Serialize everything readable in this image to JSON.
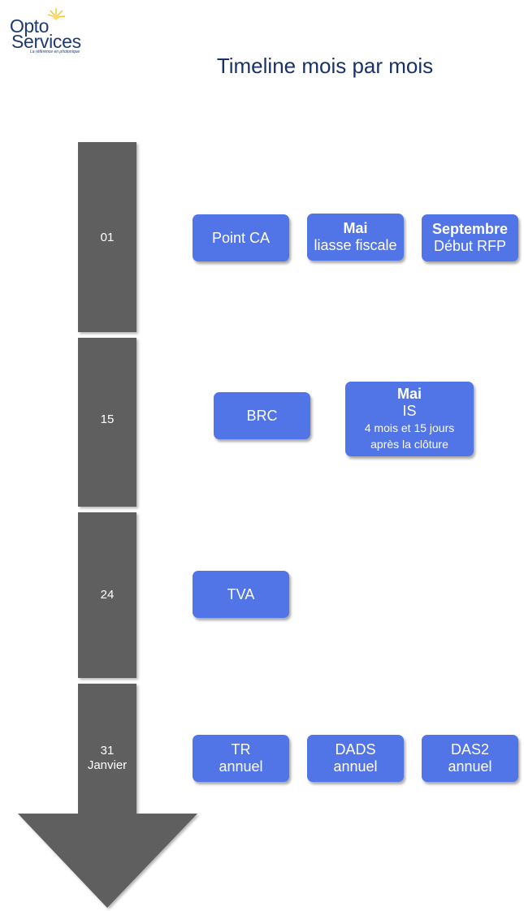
{
  "logo": {
    "line1": "Opto",
    "line2": "Services",
    "tagline": "La référence en photonique"
  },
  "title": "Timeline mois par mois",
  "timeline": {
    "days": [
      {
        "line1": "01",
        "line2": ""
      },
      {
        "line1": "15",
        "line2": ""
      },
      {
        "line1": "24",
        "line2": ""
      },
      {
        "line1": "31",
        "line2": "Janvier"
      }
    ]
  },
  "boxes": {
    "point_ca": {
      "text": "Point CA"
    },
    "liasse": {
      "bold": "Mai",
      "text": "liasse fiscale"
    },
    "rfp": {
      "bold": "Septembre",
      "text": "Début RFP"
    },
    "brc": {
      "text": "BRC"
    },
    "is": {
      "bold": "Mai",
      "text": "IS",
      "note1": "4 mois et 15 jours",
      "note2": "après la clôture"
    },
    "tva": {
      "text": "TVA"
    },
    "tr": {
      "line1": "TR",
      "line2": "annuel"
    },
    "dads": {
      "line1": "DADS",
      "line2": "annuel"
    },
    "das2": {
      "line1": "DAS2",
      "line2": "annuel"
    }
  },
  "colors": {
    "box_fill": "#5174e6",
    "timeline_fill": "#5f5f5f",
    "title": "#1a3366",
    "logo_sun": "#f2c230"
  }
}
